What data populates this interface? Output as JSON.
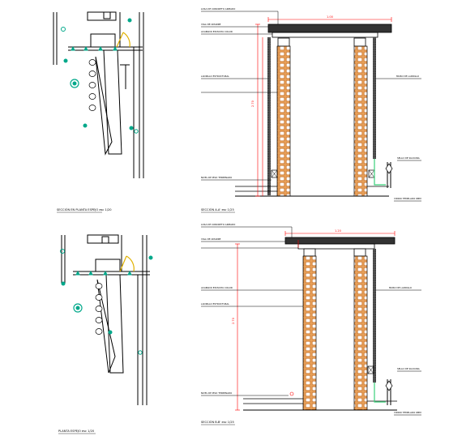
{
  "sheet": {
    "top_plan_caption": "SECCIÓN EN PLANTA ESPEJO  esc 1/20",
    "top_section_caption": "SECCIÓN A-A'  esc 1/25",
    "bottom_plan_caption": "PLANTA ESPEJO  esc 1/20",
    "bottom_section_caption": "SECCIÓN B-B'  esc 1/25"
  },
  "top_section": {
    "overall_dim": "1.00",
    "height_dim": "2.70",
    "left_notes": [
      "LOSA DE CONCRETO ARMADO",
      "VIGA DE AMARRE",
      "ACABADO EN PASTA COLOR",
      "LADRILLO ESTRUCTURAL",
      "NIVEL DE PISO TERMINADO"
    ],
    "right_notes": [
      "MURO DE LADRILLO",
      "SELLO DE SILICONA",
      "VIDRIO TEMPLADO 6MM"
    ]
  },
  "bottom_section": {
    "overall_dim": "1.20",
    "height_dim": "2.70",
    "left_notes": [
      "LOSA DE CONCRETO ARMADO",
      "VIGA DE AMARRE",
      "ACABADO EN PASTA COLOR",
      "LADRILLO ESTRUCTURAL",
      "NIVEL DE PISO TERMINADO"
    ],
    "right_notes": [
      "MURO DE LADRILLO",
      "SELLO DE SILICONA",
      "VIDRIO TEMPLADO 6MM"
    ]
  },
  "colors": {
    "line": "#000000",
    "dimension": "#ff0000",
    "brick": "#e8a15a",
    "fixture": "#00a88a",
    "door": "#e0b100",
    "glass": "#3ad07a",
    "slab": "#333333"
  }
}
